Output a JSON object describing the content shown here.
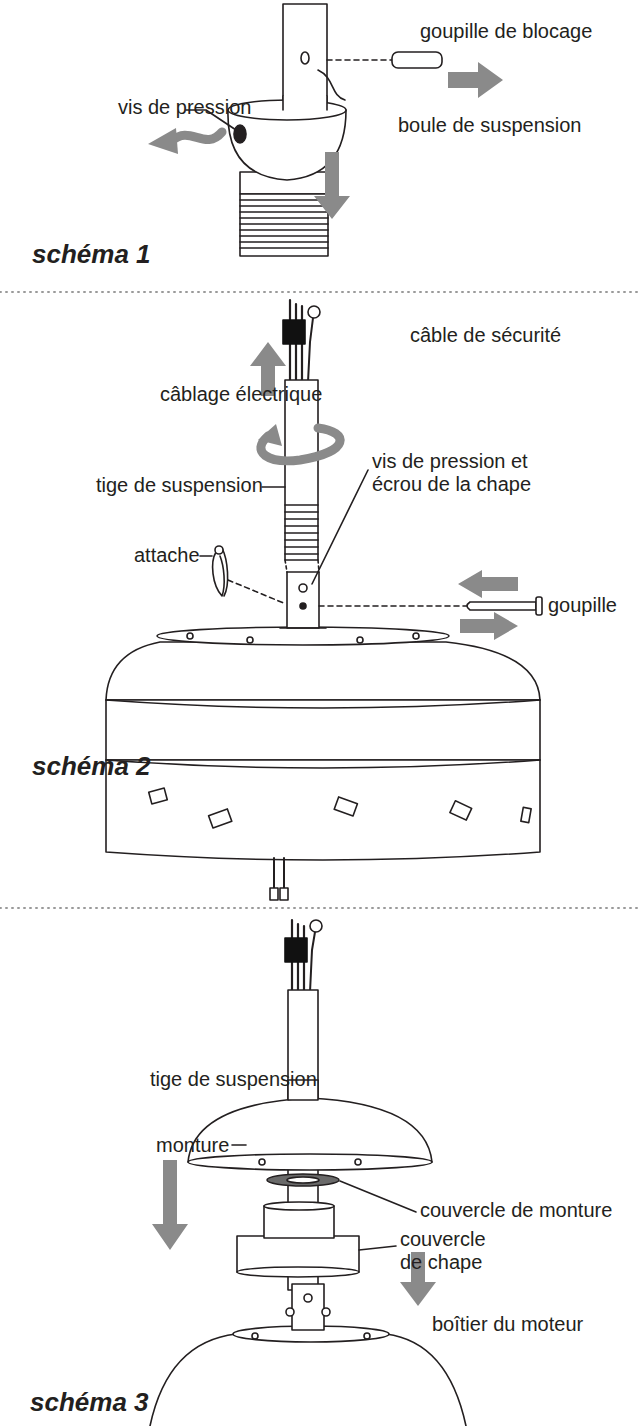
{
  "diagram": {
    "labels": [
      "vis de pression",
      "goupille de blocage",
      "boule de suspension",
      "schéma 1",
      "câble de sécurité",
      "câblage électrique",
      "tige de suspension",
      "vis de pression et écrou de la chape",
      "attache",
      "goupille",
      "schéma 2",
      "tige de suspension",
      "monture",
      "couvercle de monture",
      "couvercle de chape",
      "boîtier du moteur",
      "schéma 3"
    ]
  }
}
